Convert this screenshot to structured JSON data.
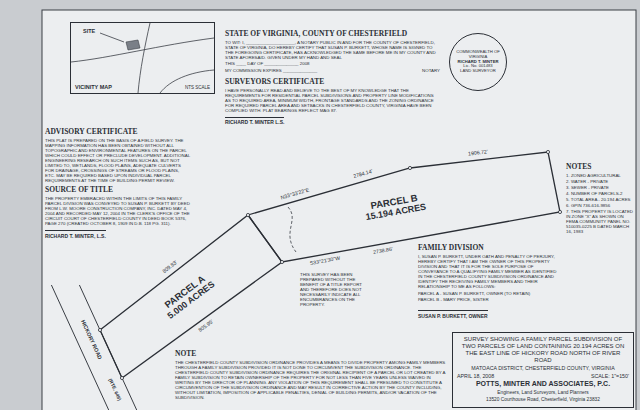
{
  "diagram": {
    "nodes": [
      {
        "text": [
          "SITE",
          "VICINITY MAP",
          "NTS SCALE"
        ]
      },
      {
        "text": [
          "COMMONWEALTH OF VIRGINIA",
          "RICHARD T. MINTER",
          "Lic. No. 001483",
          "LAND SURVEYOR"
        ]
      },
      {
        "text": [
          "PARCEL B",
          "15.194 ACRES"
        ]
      },
      {
        "text": [
          "PARCEL A",
          "5.000 ACRES"
        ]
      },
      {
        "text": [
          "SURVEY SHOWING A FAMILY PARCEL SUBDIVISION OF TWO PARCELS OF LAND CONTAINING 20.194 ACRES ON THE EAST LINE OF HICKORY ROAD NORTH OF RIVER ROAD",
          "MATOACA DISTRICT, CHESTERFIELD COUNTY, VIRGINIA",
          "APRIL 18, 2008",
          "SCALE: 1\"=150'",
          "POTTS, MINTER AND ASSOCIATES, P.C.",
          "Engineers, Land Surveyors, Land Planners",
          "13520 Courthouse Road, Chesterfield, Virginia 23832"
        ]
      }
    ],
    "labels": [
      "STATE OF VIRGINIA, COUNTY OF CHESTERFIELD",
      "TO WIT: I, ____________________, A NOTARY PUBLIC IN AND FOR THE COUNTY OF CHESTERFIELD, STATE OF VIRGINIA, DO HEREBY CERTIFY THAT SUSAN P. BURKETT, WHOSE NAME IS SIGNED TO THE FOREGOING CERTIFICATE, HAS ACKNOWLEDGED THE SAME BEFORE ME IN MY COUNTY AND STATE AFORESAID. GIVEN UNDER MY HAND AND SEAL",
      "THIS ____ DAY OF ______________ 2008",
      "MY COMMISSION EXPIRES ______________",
      "NOTARY",
      "SURVEYORS CERTIFICATE",
      "I HAVE PERSONALLY READ AND BELIEVE TO THE BEST OF MY KNOWLEDGE THAT THE REQUIREMENTS FOR RESIDENTIAL PARCEL SUBDIVISIONS AND PROPERTY LINE MODIFICATIONS AS TO REQUIRED AREA, MINIMUM WIDTH, FRONTAGE STANDARDS AND THE ZONING ORDINANCE FOR REQUIRED PARCEL AREA AND SETBACKS IN CHESTERFIELD COUNTY, VIRGINIA HAVE BEEN COMPLIED WITH. PLAT BEARINGS REFLECT MAG 87.",
      "RICHARD T. MINTER L.S.",
      "ADVISORY CERTIFICATE",
      "THIS PLAT IS PREPARED ON THE BASIS OF A FIELD SURVEY. THE MAPPING INFORMATION HAS BEEN OBTAINED WITHOUT ALL TOPOGRAPHIC AND ENVIRONMENTAL FEATURES ON THE PARCEL WHICH COULD EFFECT OR PRECLUDE DEVELOPMENT. ADDITIONAL ENGINEERING RESEARCH ON SUCH ITEMS SUCH AS, BUT NOT LIMITED TO, WETLANDS, FLOOD PLAINS, ADEQUATE CULVERTS FOR DRAINAGE, CROSSINGS OF STREAMS OR FLOOD PLAINS, ETC. MAY BE REQUIRED BASED UPON INDIVIDUAL PARCEL REQUIREMENTS AT THE TIME OF BUILDING PERMIT REVIEW.",
      "SOURCE OF TITLE",
      "THE PROPERTY EMBRACED WITHIN THE LIMITS OF THIS FAMILY PARCEL DIVISION WAS CONVEYED TO SUSAN P. BURKETT BY DEED FROM L.W. MOORE CONSTRUCTION COMPANY, INC. DATED MAY 4, 2004 AND RECORDED MAY 12, 2004 IN THE CLERK'S OFFICE OF THE CIRCUIT COURT OF CHESTERFIELD COUNTY IN DEED BOOK 5376, PAGE 270 (CREATED OCTOBER 8, 1909 IN D.B. 118 PG. 311).",
      "RICHARD T. MINTER, L.S.",
      "NOTES",
      "1. ZONED AGRICULTURAL",
      "2. WATER - PRIVATE",
      "3. SEWER - PRIVATE",
      "4. NUMBER OF PARCELS-2",
      "5. TOTAL AREA - 20.194 ACRES",
      "6. GPIN 736-616-9856",
      "7. THIS PROPERTY IS LOCATED IN ZONE \"X\" AS SHOWN ON FEMA COMMUNITY PANEL NO. 510035-0225 B DATED MARCH 16, 1983",
      "FAMILY DIVISION",
      "I, SUSAN P. BURKETT, UNDER OATH AND PENALTY OF PERJURY, HEREBY CERTIFY THAT I AM THE OWNER OF THIS PROPERTY DIVISION AND THAT IT IS FOR THE SOLE PURPOSE OF CONVEYANCE TO A QUALIFYING FAMILY MEMBER AS IDENTIFIED IN THE CHESTERFIELD COUNTY SUBDIVISION ORDINANCE AND IDENTIFY THE RECEIVING FAMILY MEMBERS AND THEIR RELATIONSHIP TO ME AS FOLLOWS:",
      "PARCEL A - SUSAN P. BURKETT, OWNER (TO RETAIN)",
      "PARCEL B - MARY PRICE, SISTER",
      "SUSAN P. BURKETT, OWNER",
      "NOTE",
      "THE CHESTERFIELD COUNTY SUBDIVISION ORDINANCE PROVIDES A MEANS TO DIVIDE PROPERTY AMONG FAMILY MEMBERS THROUGH A FAMILY SUBDIVISION PROVIDED IT IS NOT DONE TO CIRCUMVENT THE SUBDIVISION ORDINANCE. THE CHESTERFIELD COUNTY SUBDIVISION ORDINANCE REQUIRES THE ORIGINAL RECIPIENT OF A PARCEL OR LOT CREATED BY A FAMILY SUBDIVISION TO RETAIN OWNERSHIP OF THE PROPERTY FOR NOT LESS THAN FIVE YEARS UNLESS WAIVED IN WRITING BY THE DIRECTOR OF PLANNING. ANY VIOLATION OF THIS REQUIREMENT SHALL BE PRESUMED TO CONSTITUTE A CIRCUMVENTION OF THE SUBDIVISION ORDINANCE AND MAY RESULT IN CORRECTIVE ACTION BY THE COUNTY INCLUDING, WITHOUT LIMITATION, IMPOSITION OF APPLICABLE PENALTIES, DENIAL OF BUILDING PERMITS, AND/OR VACATION OF THE SUBDIVISION.",
      "THIS SURVEY HAS BEEN PREPARED WITHOUT THE BENEFIT OF A TITLE REPORT AND THEREFORE DOES NOT NECESSARILY INDICATE ALL ENCUMBRANCES ON THE PROPERTY.",
      "N33°33'22\"E",
      "2784.14'",
      "1906.72'",
      "S33°21'30\"W",
      "2738.86'",
      "809.83'",
      "805.95'",
      "HICKORY ROAD",
      "(RTE. 649)"
    ]
  }
}
